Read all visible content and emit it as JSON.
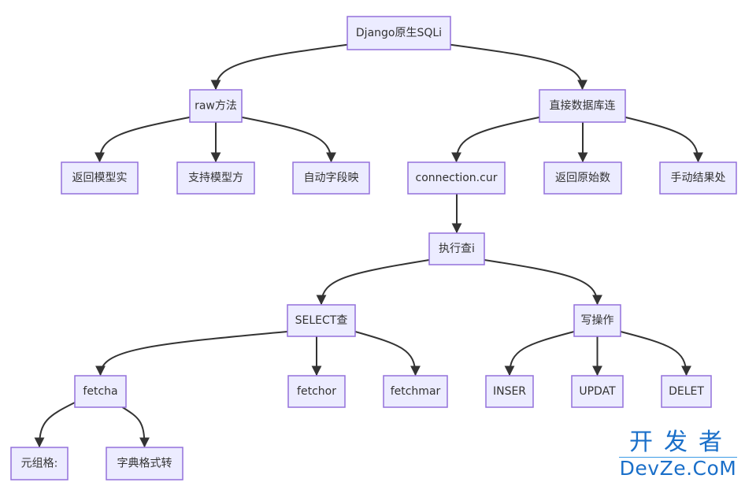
{
  "diagram": {
    "type": "flowchart",
    "colors": {
      "node_fill": "#ECECFF",
      "node_stroke": "#9370DB",
      "text": "#333333",
      "edge": "#333333",
      "watermark": "#1a6fc9"
    },
    "nodes": [
      {
        "id": "root",
        "label": "Django原生SQLi"
      },
      {
        "id": "raw",
        "label": "raw方法"
      },
      {
        "id": "direct",
        "label": "直接数据库连"
      },
      {
        "id": "ret_model",
        "label": "返回模型实"
      },
      {
        "id": "support_model",
        "label": "支持模型方"
      },
      {
        "id": "auto_field",
        "label": "自动字段映"
      },
      {
        "id": "conn_cursor",
        "label": "connection.cur"
      },
      {
        "id": "ret_raw",
        "label": "返回原始数"
      },
      {
        "id": "manual",
        "label": "手动结果处"
      },
      {
        "id": "exec",
        "label": "执行查i"
      },
      {
        "id": "select",
        "label": "SELECT查"
      },
      {
        "id": "write",
        "label": "写操作"
      },
      {
        "id": "fetchall",
        "label": "fetcha"
      },
      {
        "id": "fetchone",
        "label": "fetchor"
      },
      {
        "id": "fetchmany",
        "label": "fetchmar"
      },
      {
        "id": "insert",
        "label": "INSER"
      },
      {
        "id": "update",
        "label": "UPDAT"
      },
      {
        "id": "delete",
        "label": "DELET"
      },
      {
        "id": "tuple",
        "label": "元组格:"
      },
      {
        "id": "dict",
        "label": "字典格式转"
      }
    ],
    "edges": [
      {
        "from": "root",
        "to": "raw"
      },
      {
        "from": "root",
        "to": "direct"
      },
      {
        "from": "raw",
        "to": "ret_model"
      },
      {
        "from": "raw",
        "to": "support_model"
      },
      {
        "from": "raw",
        "to": "auto_field"
      },
      {
        "from": "direct",
        "to": "conn_cursor"
      },
      {
        "from": "direct",
        "to": "ret_raw"
      },
      {
        "from": "direct",
        "to": "manual"
      },
      {
        "from": "conn_cursor",
        "to": "exec"
      },
      {
        "from": "exec",
        "to": "select"
      },
      {
        "from": "exec",
        "to": "write"
      },
      {
        "from": "select",
        "to": "fetchall"
      },
      {
        "from": "select",
        "to": "fetchone"
      },
      {
        "from": "select",
        "to": "fetchmany"
      },
      {
        "from": "write",
        "to": "insert"
      },
      {
        "from": "write",
        "to": "update"
      },
      {
        "from": "write",
        "to": "delete"
      },
      {
        "from": "fetchall",
        "to": "tuple"
      },
      {
        "from": "fetchall",
        "to": "dict"
      }
    ]
  },
  "watermark": {
    "cn": "开发者",
    "en": "DevZe.CoM"
  }
}
